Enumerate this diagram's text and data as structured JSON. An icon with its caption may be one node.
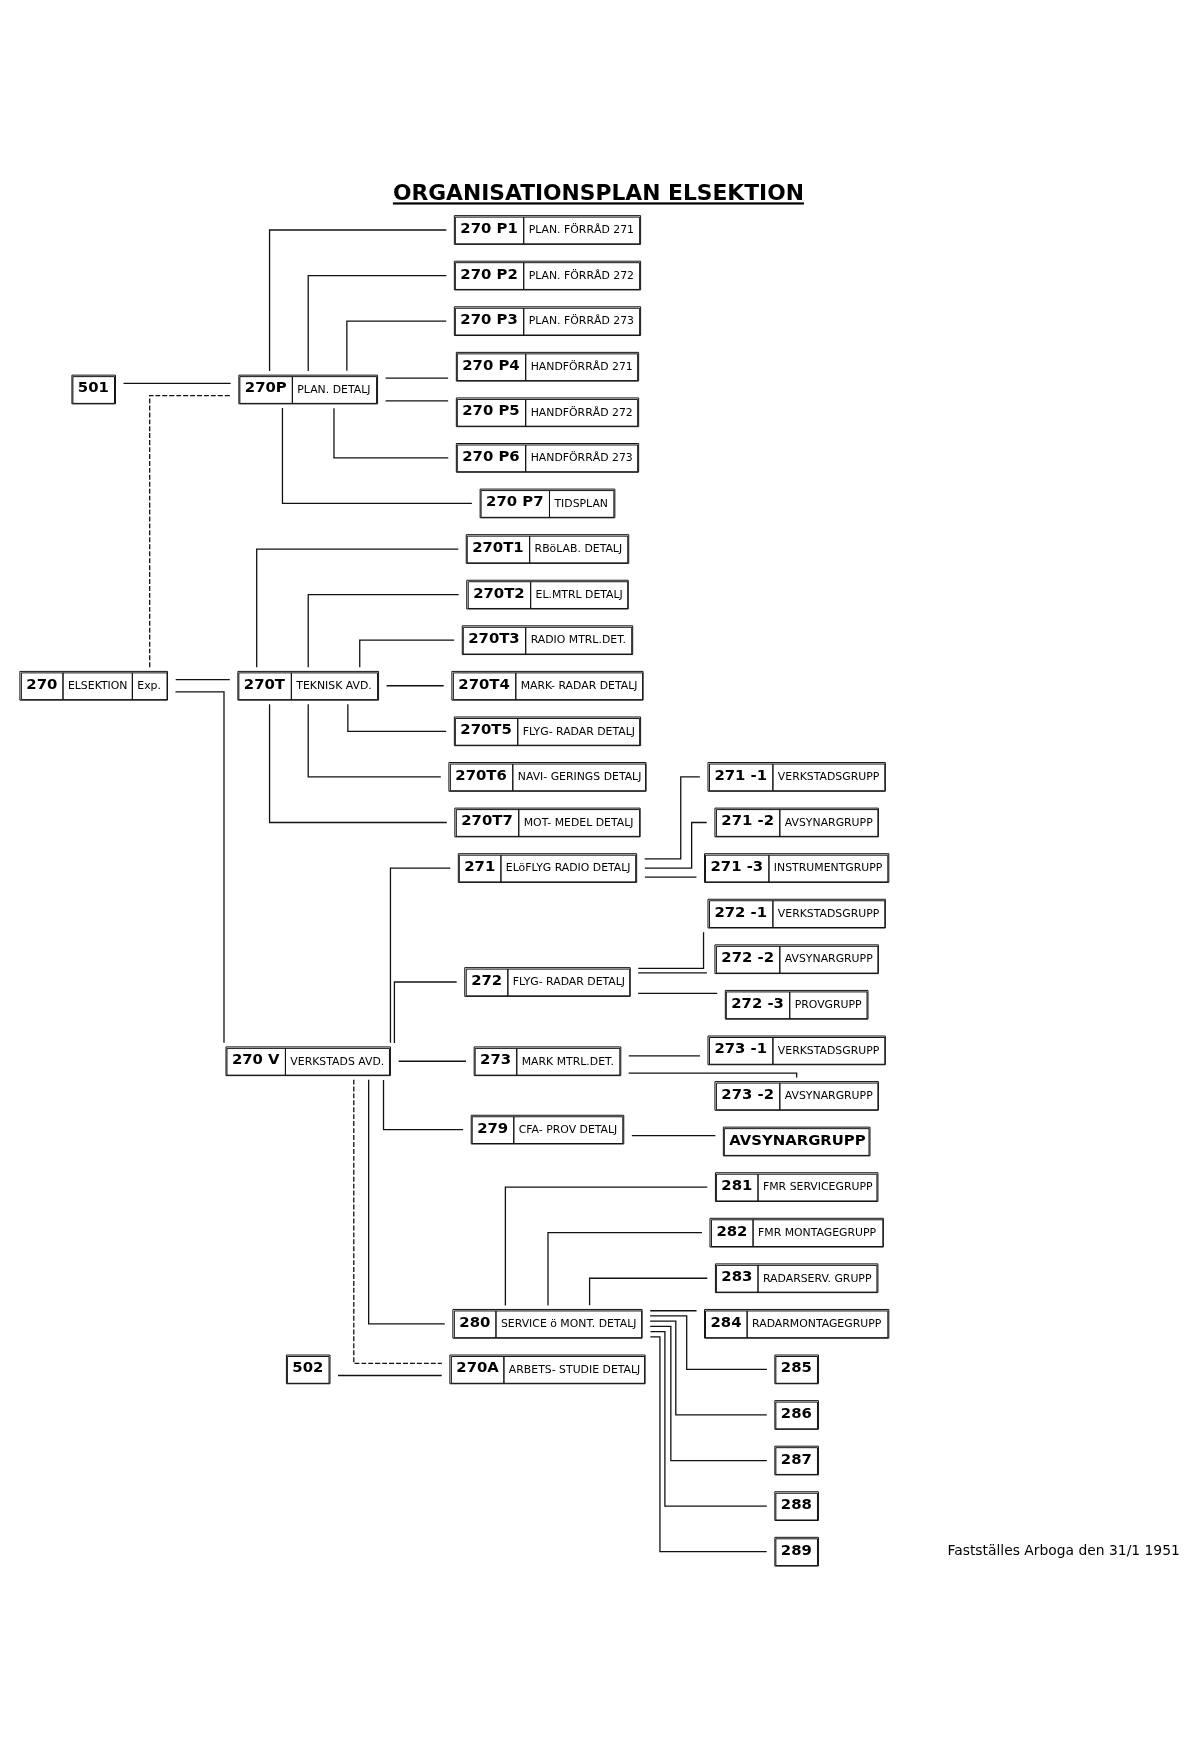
{
  "diagram": {
    "title": "ORGANISATIONSPLAN ELSEKTION",
    "nodes": [
      {
        "text": [
          "501"
        ]
      },
      {
        "text": [
          "502"
        ]
      },
      {
        "text": [
          "270",
          "ELSEKTION",
          "Exp."
        ]
      },
      {
        "text": [
          "270T",
          "TEKNISK AVD."
        ]
      },
      {
        "text": [
          "270 V",
          "VERKSTADS AVD."
        ]
      },
      {
        "text": [
          "270P",
          "PLAN. DETALJ"
        ]
      },
      {
        "text": [
          "270T1",
          "RBöLAB. DETALJ"
        ]
      },
      {
        "text": [
          "270T2",
          "EL.MTRL DETALJ"
        ]
      },
      {
        "text": [
          "270T3",
          "RADIO MTRL.DET."
        ]
      },
      {
        "text": [
          "270T4",
          "MARK- RADAR DETALJ"
        ]
      },
      {
        "text": [
          "270T5",
          "FLYG- RADAR DETALJ"
        ]
      },
      {
        "text": [
          "270T6",
          "NAVI- GERINGS DETALJ"
        ]
      },
      {
        "text": [
          "270T7",
          "MOT- MEDEL DETALJ"
        ]
      },
      {
        "text": [
          "271",
          "ELöFLYG RADIO DETALJ"
        ]
      },
      {
        "text": [
          "272",
          "FLYG- RADAR DETALJ"
        ]
      },
      {
        "text": [
          "273",
          "MARK MTRL.DET."
        ]
      },
      {
        "text": [
          "279",
          "CFA- PROV DETALJ"
        ]
      },
      {
        "text": [
          "280",
          "SERVICE ö MONT. DETALJ"
        ]
      },
      {
        "text": [
          "270A",
          "ARBETS- STUDIE DETALJ"
        ]
      },
      {
        "text": [
          "270 P1",
          "PLAN. FÖRRÅD 271"
        ]
      },
      {
        "text": [
          "270 P2",
          "PLAN. FÖRRÅD 272"
        ]
      },
      {
        "text": [
          "270 P3",
          "PLAN. FÖRRÅD 273"
        ]
      },
      {
        "text": [
          "270 P4",
          "HANDFÖRRÅD 271"
        ]
      },
      {
        "text": [
          "270 P5",
          "HANDFÖRRÅD 272"
        ]
      },
      {
        "text": [
          "270 P6",
          "HANDFÖRRÅD 273"
        ]
      },
      {
        "text": [
          "270 P7",
          "TIDSPLAN"
        ]
      },
      {
        "text": [
          "271 -1",
          "VERKSTADSGRUPP"
        ]
      },
      {
        "text": [
          "271 -2",
          "AVSYNARGRUPP"
        ]
      },
      {
        "text": [
          "271 -3",
          "INSTRUMENTGRUPP"
        ]
      },
      {
        "text": [
          "272 -1",
          "VERKSTADSGRUPP"
        ]
      },
      {
        "text": [
          "272 -2",
          "AVSYNARGRUPP"
        ]
      },
      {
        "text": [
          "272 -3",
          "PROVGRUPP"
        ]
      },
      {
        "text": [
          "273 -1",
          "VERKSTADSGRUPP"
        ]
      },
      {
        "text": [
          "273 -2",
          "AVSYNARGRUPP"
        ]
      },
      {
        "text": [
          "AVSYNARGRUPP"
        ]
      },
      {
        "text": [
          "281",
          "FMR SERVICEGRUPP"
        ]
      },
      {
        "text": [
          "282",
          "FMR MONTAGEGRUPP"
        ]
      },
      {
        "text": [
          "283",
          "RADARSERV. GRUPP"
        ]
      },
      {
        "text": [
          "284",
          "RADARMONTAGEGRUPP"
        ]
      },
      {
        "text": [
          "285"
        ]
      },
      {
        "text": [
          "286"
        ]
      },
      {
        "text": [
          "287"
        ]
      },
      {
        "text": [
          "288"
        ]
      },
      {
        "text": [
          "289"
        ]
      }
    ],
    "edges": [
      {
        "from": 2,
        "to": 3,
        "arrow": "none"
      },
      {
        "from": 2,
        "to": 4,
        "arrow": "none"
      },
      {
        "from": 0,
        "to": 5,
        "arrow": "none"
      },
      {
        "from": 2,
        "to": 5,
        "arrow": "none",
        "style": "dashed"
      },
      {
        "from": 1,
        "to": 18,
        "arrow": "none"
      },
      {
        "from": 4,
        "to": 18,
        "arrow": "none",
        "style": "dashed"
      },
      {
        "from": 3,
        "to": 6,
        "arrow": "none"
      },
      {
        "from": 3,
        "to": 7,
        "arrow": "none"
      },
      {
        "from": 3,
        "to": 8,
        "arrow": "none"
      },
      {
        "from": 3,
        "to": 9,
        "arrow": "none"
      },
      {
        "from": 3,
        "to": 10,
        "arrow": "none"
      },
      {
        "from": 3,
        "to": 11,
        "arrow": "none"
      },
      {
        "from": 3,
        "to": 12,
        "arrow": "none"
      },
      {
        "from": 4,
        "to": 13,
        "arrow": "none"
      },
      {
        "from": 4,
        "to": 14,
        "arrow": "none"
      },
      {
        "from": 4,
        "to": 15,
        "arrow": "none"
      },
      {
        "from": 4,
        "to": 16,
        "arrow": "none"
      },
      {
        "from": 4,
        "to": 17,
        "arrow": "none"
      },
      {
        "from": 5,
        "to": 19,
        "arrow": "none"
      },
      {
        "from": 5,
        "to": 20,
        "arrow": "none"
      },
      {
        "from": 5,
        "to": 21,
        "arrow": "none"
      },
      {
        "from": 5,
        "to": 22,
        "arrow": "none"
      },
      {
        "from": 5,
        "to": 23,
        "arrow": "none"
      },
      {
        "from": 5,
        "to": 24,
        "arrow": "none"
      },
      {
        "from": 5,
        "to": 25,
        "arrow": "none"
      },
      {
        "from": 13,
        "to": 26,
        "arrow": "none"
      },
      {
        "from": 13,
        "to": 27,
        "arrow": "none"
      },
      {
        "from": 13,
        "to": 28,
        "arrow": "none"
      },
      {
        "from": 14,
        "to": 29,
        "arrow": "none"
      },
      {
        "from": 14,
        "to": 30,
        "arrow": "none"
      },
      {
        "from": 14,
        "to": 31,
        "arrow": "none"
      },
      {
        "from": 15,
        "to": 32,
        "arrow": "none"
      },
      {
        "from": 15,
        "to": 33,
        "arrow": "none"
      },
      {
        "from": 16,
        "to": 34,
        "arrow": "none"
      },
      {
        "from": 17,
        "to": 35,
        "arrow": "none"
      },
      {
        "from": 17,
        "to": 36,
        "arrow": "none"
      },
      {
        "from": 17,
        "to": 37,
        "arrow": "none"
      },
      {
        "from": 17,
        "to": 38,
        "arrow": "none"
      },
      {
        "from": 17,
        "to": 39,
        "arrow": "none"
      },
      {
        "from": 17,
        "to": 40,
        "arrow": "none"
      },
      {
        "from": 17,
        "to": 41,
        "arrow": "none"
      },
      {
        "from": 17,
        "to": 42,
        "arrow": "none"
      },
      {
        "from": 17,
        "to": 43,
        "arrow": "none"
      }
    ],
    "labels": [
      "Fastställes Arboga den 31/1 1951"
    ]
  }
}
